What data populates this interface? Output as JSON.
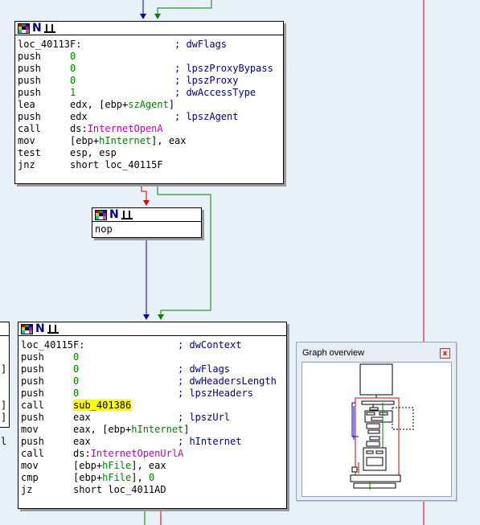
{
  "block1": {
    "label": "loc_40113F:",
    "rows": [
      {
        "label": "loc_40113F:",
        "mn": "",
        "ops": [],
        "comment": "; dwFlags"
      },
      {
        "label": "",
        "mn": "push",
        "ops": [
          {
            "t": "0",
            "c": "num"
          }
        ],
        "comment": ""
      },
      {
        "label": "",
        "mn": "push",
        "ops": [
          {
            "t": "0",
            "c": "num"
          }
        ],
        "comment": "; lpszProxyBypass"
      },
      {
        "label": "",
        "mn": "push",
        "ops": [
          {
            "t": "0",
            "c": "num"
          }
        ],
        "comment": "; lpszProxy"
      },
      {
        "label": "",
        "mn": "push",
        "ops": [
          {
            "t": "1",
            "c": "num"
          }
        ],
        "comment": "; dwAccessType"
      },
      {
        "label": "",
        "mn": "lea",
        "ops": [
          {
            "t": "edx, [ebp+",
            "c": ""
          },
          {
            "t": "szAgent",
            "c": "var"
          },
          {
            "t": "]",
            "c": ""
          }
        ],
        "comment": ""
      },
      {
        "label": "",
        "mn": "push",
        "ops": [
          {
            "t": "edx",
            "c": ""
          }
        ],
        "comment": "; lpszAgent"
      },
      {
        "label": "",
        "mn": "call",
        "ops": [
          {
            "t": "ds:",
            "c": ""
          },
          {
            "t": "InternetOpenA",
            "c": "api"
          }
        ],
        "comment": ""
      },
      {
        "label": "",
        "mn": "mov",
        "ops": [
          {
            "t": "[ebp+",
            "c": ""
          },
          {
            "t": "hInternet",
            "c": "var"
          },
          {
            "t": "], eax",
            "c": ""
          }
        ],
        "comment": ""
      },
      {
        "label": "",
        "mn": "test",
        "ops": [
          {
            "t": "esp, esp",
            "c": ""
          }
        ],
        "comment": ""
      },
      {
        "label": "",
        "mn": "jnz",
        "ops": [
          {
            "t": "short loc_40115F",
            "c": ""
          }
        ],
        "comment": ""
      }
    ]
  },
  "block2": {
    "rows": [
      {
        "label": "",
        "mn": "nop",
        "ops": [],
        "comment": ""
      }
    ]
  },
  "block3": {
    "rows": [
      {
        "label": "loc_40115F:",
        "mn": "",
        "ops": [],
        "comment": "; dwContext"
      },
      {
        "label": "",
        "mn": "push",
        "ops": [
          {
            "t": "0",
            "c": "num"
          }
        ],
        "comment": ""
      },
      {
        "label": "",
        "mn": "push",
        "ops": [
          {
            "t": "0",
            "c": "num"
          }
        ],
        "comment": "; dwFlags"
      },
      {
        "label": "",
        "mn": "push",
        "ops": [
          {
            "t": "0",
            "c": "num"
          }
        ],
        "comment": "; dwHeadersLength"
      },
      {
        "label": "",
        "mn": "push",
        "ops": [
          {
            "t": "0",
            "c": "num"
          }
        ],
        "comment": "; lpszHeaders"
      },
      {
        "label": "",
        "mn": "call",
        "ops": [
          {
            "t": "sub_401386",
            "c": "hl"
          }
        ],
        "comment": ""
      },
      {
        "label": "",
        "mn": "push",
        "ops": [
          {
            "t": "eax",
            "c": ""
          }
        ],
        "comment": "; lpszUrl"
      },
      {
        "label": "",
        "mn": "mov",
        "ops": [
          {
            "t": "eax, [ebp+",
            "c": ""
          },
          {
            "t": "hInternet",
            "c": "var"
          },
          {
            "t": "]",
            "c": ""
          }
        ],
        "comment": ""
      },
      {
        "label": "",
        "mn": "push",
        "ops": [
          {
            "t": "eax",
            "c": ""
          }
        ],
        "comment": "; hInternet"
      },
      {
        "label": "",
        "mn": "call",
        "ops": [
          {
            "t": "ds:",
            "c": ""
          },
          {
            "t": "InternetOpenUrlA",
            "c": "api"
          }
        ],
        "comment": ""
      },
      {
        "label": "",
        "mn": "mov",
        "ops": [
          {
            "t": "[ebp+",
            "c": ""
          },
          {
            "t": "hFile",
            "c": "var"
          },
          {
            "t": "], eax",
            "c": ""
          }
        ],
        "comment": ""
      },
      {
        "label": "",
        "mn": "cmp",
        "ops": [
          {
            "t": "[ebp+",
            "c": ""
          },
          {
            "t": "hFile",
            "c": "var"
          },
          {
            "t": "], ",
            "c": ""
          },
          {
            "t": "0",
            "c": "num"
          }
        ],
        "comment": ""
      },
      {
        "label": "",
        "mn": "jz",
        "ops": [
          {
            "t": "short loc_4011AD",
            "c": ""
          }
        ],
        "comment": ""
      }
    ]
  },
  "partial_left": {
    "lines": [
      "]",
      "",
      "",
      "]",
      "]",
      "",
      "l",
      "",
      "",
      "",
      "",
      "",
      "",
      "",
      "",
      "",
      "",
      "",
      "",
      "",
      "",
      "",
      "",
      "",
      "",
      ""
    ]
  },
  "overview": {
    "title": "Graph overview",
    "close_glyph": "x"
  },
  "colors": {
    "edge_true": "#008000",
    "edge_false": "#d00000",
    "edge_uncond": "#0000c0",
    "canvas_bg": "#e8f0f8"
  }
}
